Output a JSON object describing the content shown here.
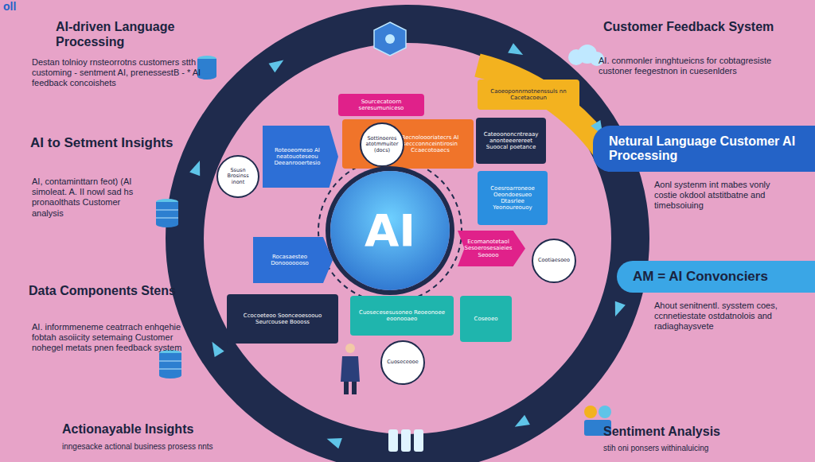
{
  "diagram": {
    "nodes": [
      {
        "text": [
          "Sourcecatoorn seresumuniceso"
        ]
      },
      {
        "text": [
          "Caoeoponnrnotnenssuls nn Cacetacoeun"
        ]
      },
      {
        "text": [
          "Recnoloooriatecrs AI seccconnceintirosin Ccaecotoaecs"
        ]
      },
      {
        "text": [
          "Sottinoeres atotmmuiter (docs)"
        ]
      },
      {
        "text": [
          "Cateoononcntreaay anonteeerereet Suoocal poetance"
        ]
      },
      {
        "text": [
          "Roteoeomeso AI neatouoteseou Deeanrooertesio"
        ]
      },
      {
        "text": [
          "Ssusn Brosinss inont"
        ]
      },
      {
        "text": [
          "Coesroarroneoe Oeondoesueo Dtasrlee Yeonoureouoy"
        ]
      },
      {
        "text": [
          "AI"
        ]
      },
      {
        "text": [
          "Ecomanotetaol Sesoerosesaieies Seoooo"
        ]
      },
      {
        "text": [
          "Rocasaesteo Donooooooso"
        ]
      },
      {
        "text": [
          "Cootiaesoeo"
        ]
      },
      {
        "text": [
          "Ccocoeteoo Soonceoesoouo Seurcousee Boooss"
        ]
      },
      {
        "text": [
          "Cuosecesesusoneo Reoeonoee eoonooaeo"
        ]
      },
      {
        "text": [
          "Cuoseceooe"
        ]
      },
      {
        "text": [
          "Coseoeo"
        ]
      },
      {
        "text": [
          "Netural Language Customer AI Processing"
        ]
      },
      {
        "text": [
          "AM = AI Convonciers"
        ]
      }
    ],
    "labels": [
      "oll",
      "AI-driven Language Processing",
      "Destan tolnioy rnsteorrotns customers stth customing - sentment AI, prenessestB - * AI feedback concoishets",
      "AI to Setment Insights",
      "AI, contaminttarn feot) (AI simoleat. A. II nowl sad hs pronaolthats Customer analysis",
      "Data Components Stens",
      "AI. informmeneme ceatrrach enhqehie fobtah asoiicity setemaing Customer nohegel metats pnen feedback system",
      "Actionayable Insights",
      "inngesacke actional business prosess nnts",
      "Customer Feedback System",
      "AI. conmonler innghtueicns for cobtagresiste custoner feegestnon in cuesenlders",
      "Aonl systenm int mabes vonly costie okdool atstitbatne and timebsoiuing",
      "Ahout senitnentl. sysstem coes, ccnnetiestate ostdatnolois and radiaghaysvete",
      "Sentiment Analysis",
      "stih oni ponsers withinaluicing"
    ]
  }
}
